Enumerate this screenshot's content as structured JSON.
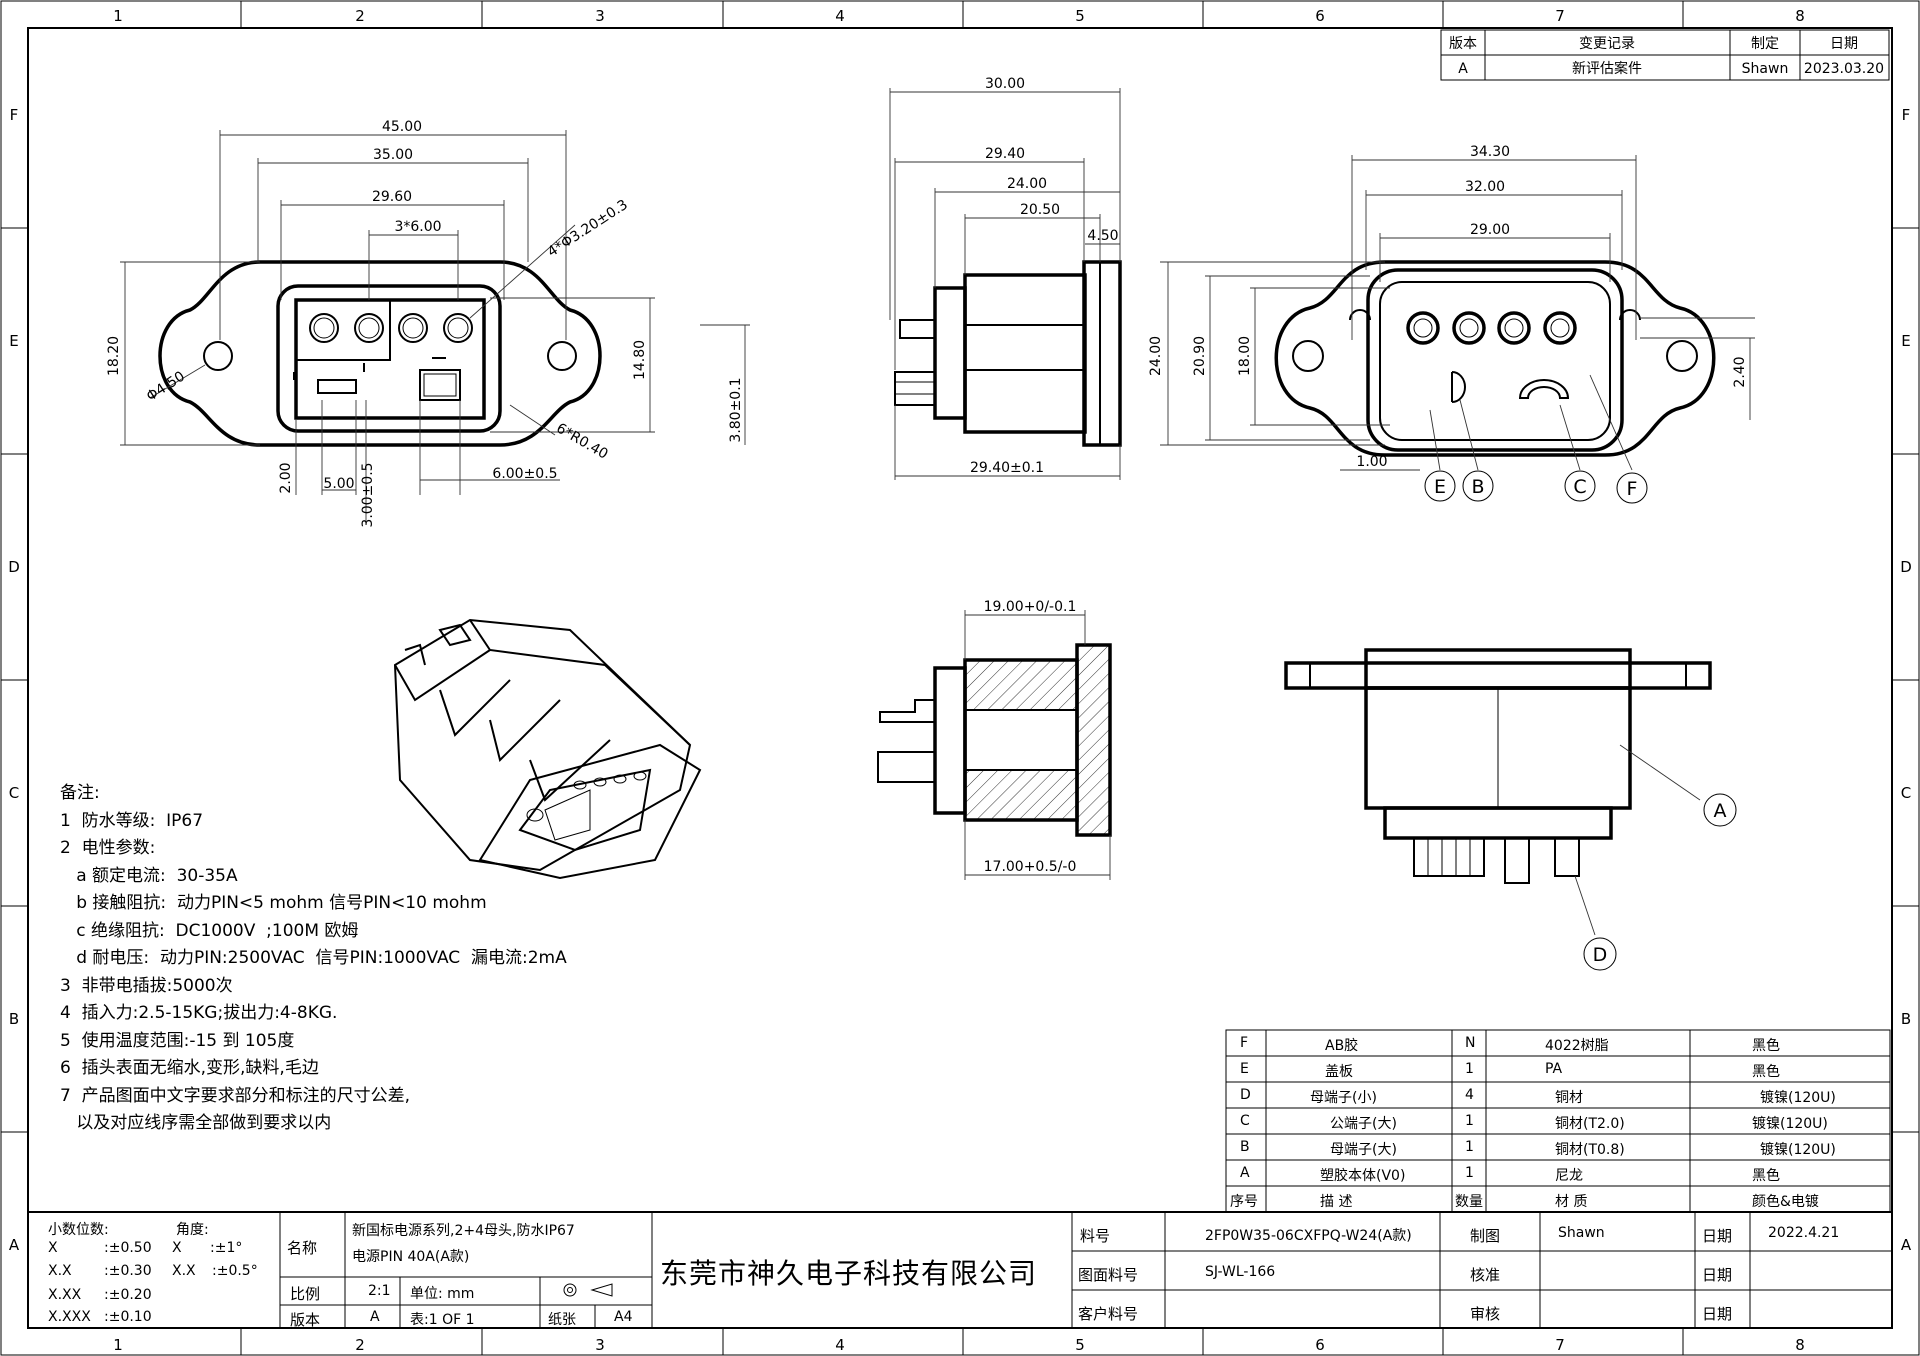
{
  "border": {
    "cols": [
      "1",
      "2",
      "3",
      "4",
      "5",
      "6",
      "7",
      "8"
    ],
    "rows": [
      "F",
      "E",
      "D",
      "C",
      "B",
      "A"
    ]
  },
  "revision_table": {
    "headers": [
      "版本",
      "变更记录",
      "制定",
      "日期"
    ],
    "row": [
      "A",
      "新评估案件",
      "Shawn",
      "2023.03.20"
    ]
  },
  "dims_front": {
    "w45": "45.00",
    "w35": "35.00",
    "w2960": "29.60",
    "pitch": "3*6.00",
    "holes": "4*Φ3.20±0.3",
    "h1820": "18.20",
    "h1480": "14.80",
    "mount_hole": "Φ4.50",
    "radius": "6*R0.40",
    "h380": "3.80±0.1",
    "d200": "2.00",
    "d500": "5.00",
    "d300": "3.00±0.5",
    "d600": "6.00±0.5"
  },
  "dims_side": {
    "w30": "30.00",
    "w2940": "29.40",
    "w24": "24.00",
    "w2050": "20.50",
    "w450": "4.50",
    "bottom": "29.40±0.1"
  },
  "dims_right": {
    "w3430": "34.30",
    "w32": "32.00",
    "w29": "29.00",
    "h24": "24.00",
    "h2090": "20.90",
    "h18": "18.00",
    "h240": "2.40",
    "w100": "1.00",
    "callouts": [
      "E",
      "B",
      "C",
      "F"
    ]
  },
  "dims_section": {
    "top": "19.00+0/-0.1",
    "bottom": "17.00+0.5/-0"
  },
  "bottom_view_callouts": [
    "A",
    "D"
  ],
  "notes": {
    "title": "备注:",
    "lines": [
      "1  防水等级:  IP67",
      "2  电性参数:",
      "   a 额定电流:  30-35A",
      "   b 接触阻抗:  动力PIN<5 mohm 信号PIN<10 mohm",
      "   c 绝缘阻抗:  DC1000V  ;100M 欧姆",
      "   d 耐电压:  动力PIN:2500VAC  信号PIN:1000VAC  漏电流:2mA",
      "3  非带电插拔:5000次",
      "4  插入力:2.5-15KG;拔出力:4-8KG.",
      "5  使用温度范围:-15 到 105度",
      "6  插头表面无缩水,变形,缺料,毛边",
      "7  产品图面中文字要求部分和标注的尺寸公差,",
      "   以及对应线序需全部做到要求以内"
    ]
  },
  "bom": {
    "rows": [
      [
        "F",
        "AB胶",
        "N",
        "4022树脂",
        "黑色"
      ],
      [
        "E",
        "盖板",
        "1",
        "PA",
        "黑色"
      ],
      [
        "D",
        "母端子(小)",
        "4",
        "铜材",
        "镀镍(120U)"
      ],
      [
        "C",
        "公端子(大)",
        "1",
        "铜材(T2.0)",
        "镀镍(120U)"
      ],
      [
        "B",
        "母端子(大)",
        "1",
        "铜材(T0.8)",
        "镀镍(120U)"
      ],
      [
        "A",
        "塑胶本体(V0)",
        "1",
        "尼龙",
        "黑色"
      ]
    ],
    "header": [
      "序号",
      "描  述",
      "数量",
      "材  质",
      "颜色&电镀"
    ]
  },
  "title_block": {
    "tolerance_title": "小数位数:",
    "angle_title": "角度:",
    "tol": [
      [
        "X",
        ":±0.50"
      ],
      [
        "X.X",
        ":±0.30"
      ],
      [
        "X.XX",
        ":±0.20"
      ],
      [
        "X.XXX",
        ":±0.10"
      ]
    ],
    "ang": [
      [
        "X",
        ":±1°"
      ],
      [
        "X.X",
        ":±0.5°"
      ]
    ],
    "name_label": "名称",
    "name_value_1": "新国标电源系列,2+4母头,防水IP67",
    "name_value_2": "电源PIN 40A(A款)",
    "scale_label": "比例",
    "scale_value": "2:1",
    "unit_label": "单位: mm",
    "version_label": "版本",
    "version_value": "A",
    "sheet_label": "表:1 OF 1",
    "paper_label": "纸张",
    "paper_value": "A4",
    "company": "东莞市神久电子科技有限公司",
    "part_no_label": "料号",
    "part_no_value": "2FP0W35-06CXFPQ-W24(A款)",
    "drawing_no_label": "图面料号",
    "drawing_no_value": "SJ-WL-166",
    "customer_no_label": "客户料号",
    "draw_label": "制图",
    "draw_value": "Shawn",
    "check_label": "核准",
    "review_label": "审核",
    "date_label": "日期",
    "date_value": "2022.4.21"
  }
}
